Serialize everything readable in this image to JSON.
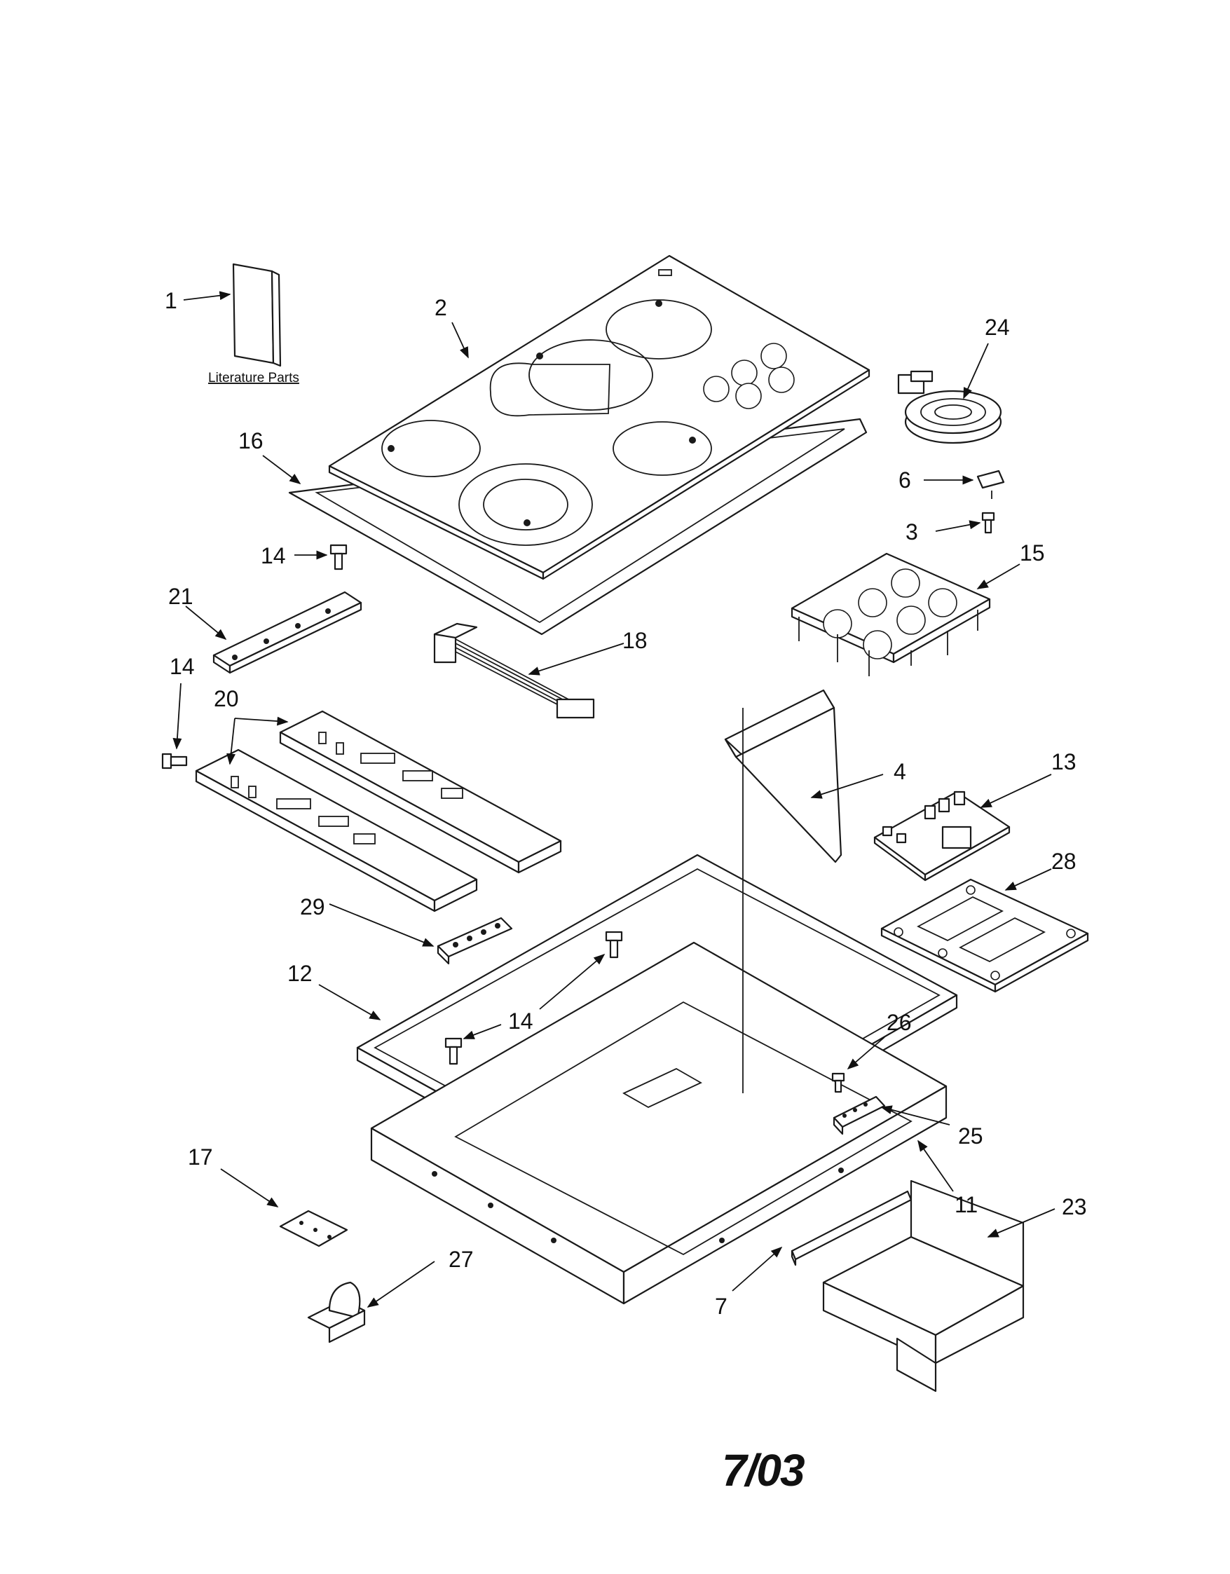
{
  "literature_caption": "Literature Parts",
  "date_code": "7/03",
  "callouts": {
    "c1": "1",
    "c2": "2",
    "c24": "24",
    "c16": "16",
    "c6": "6",
    "c3": "3",
    "c14a": "14",
    "c15": "15",
    "c21": "21",
    "c18": "18",
    "c14b": "14",
    "c20": "20",
    "c4": "4",
    "c13": "13",
    "c28": "28",
    "c29": "29",
    "c12": "12",
    "c14c": "14",
    "c26": "26",
    "c25": "25",
    "c17": "17",
    "c11": "11",
    "c23": "23",
    "c27": "27",
    "c7": "7"
  }
}
